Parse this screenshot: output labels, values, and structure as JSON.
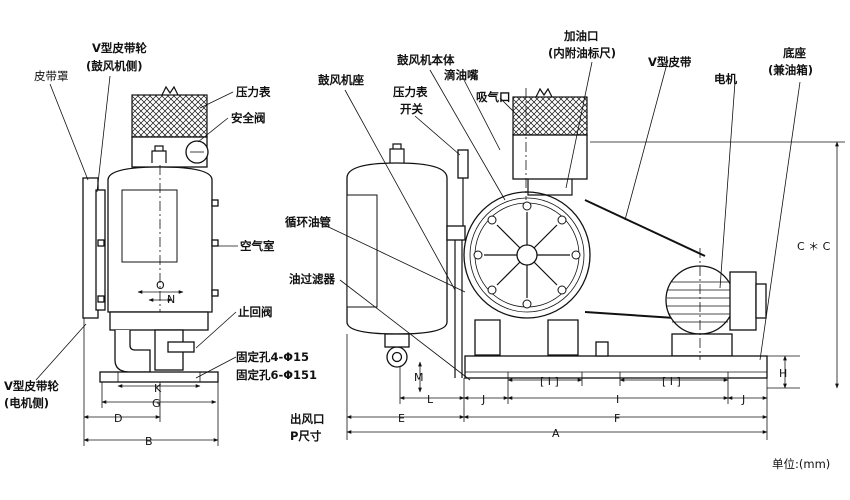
{
  "labels": {
    "belt_cover": "皮带罩",
    "pulley_blower_side_1": "V型皮带轮",
    "pulley_blower_side_2": "(鼓风机侧)",
    "pressure_gauge": "压力表",
    "safety_valve": "安全阀",
    "air_chamber": "空气室",
    "check_valve": "止回阀",
    "fix_hole_4": "固定孔4-Φ15",
    "fix_hole_6": "固定孔6-Φ151",
    "pulley_motor_side_1": "V型皮带轮",
    "pulley_motor_side_2": "(电机侧)",
    "blower_seat": "鼓风机座",
    "blower_body": "鼓风机本体",
    "oil_drip": "滴油嘴",
    "gauge_switch_1": "压力表",
    "gauge_switch_2": "开关",
    "suction_port": "吸气口",
    "oil_inlet_1": "加油口",
    "oil_inlet_2": "(内附油标尺)",
    "v_belt": "V型皮带",
    "motor": "电机",
    "base_1": "底座",
    "base_2": "(兼油箱)",
    "circ_pipe": "循环油管",
    "oil_filter": "油过滤器",
    "outlet_1": "出风口",
    "outlet_2": "P尺寸",
    "unit": "单位:(mm)"
  },
  "dimensions": {
    "O": "O",
    "N": "N",
    "K": "K",
    "G": "G",
    "D": "D",
    "B": "B",
    "M": "M",
    "L": "L",
    "J1": "J",
    "I1": "[ I ]",
    "I2": "[ I ]",
    "I3": "I",
    "J2": "J",
    "E": "E",
    "F": "F",
    "A": "A",
    "H": "H",
    "C": "C ＊ C"
  }
}
